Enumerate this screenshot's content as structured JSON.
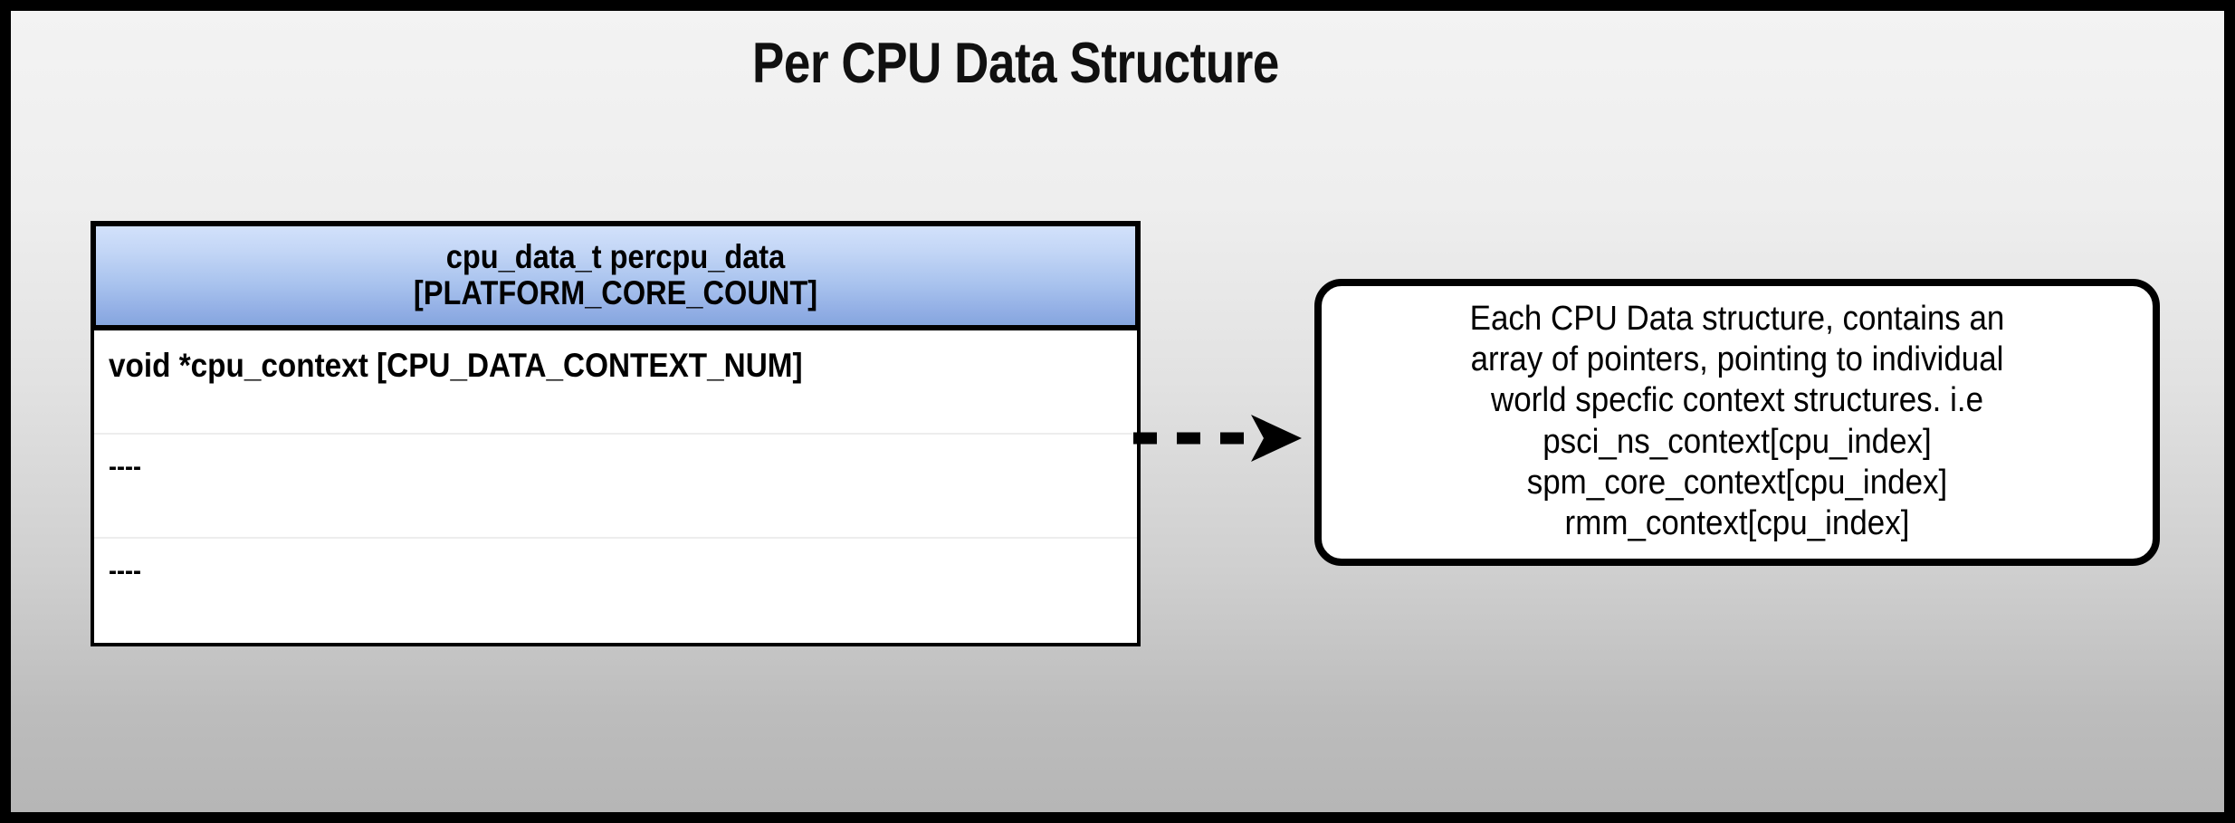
{
  "title": "Per CPU Data Structure",
  "struct": {
    "header_lines": [
      "cpu_data_t percpu_data",
      "[PLATFORM_CORE_COUNT]"
    ],
    "rows": [
      {
        "label": "void *cpu_context [CPU_DATA_CONTEXT_NUM]",
        "kind": "field"
      },
      {
        "label": "----",
        "kind": "placeholder"
      },
      {
        "label": "----",
        "kind": "placeholder"
      }
    ]
  },
  "connector": {
    "style": "dashed",
    "arrowhead": "filled-triangle",
    "direction": "right",
    "color": "#000000"
  },
  "callout": {
    "lines": [
      "Each CPU Data structure, contains an",
      "array of pointers, pointing to individual",
      "world specfic context structures. i.e",
      "psci_ns_context[cpu_index]",
      "spm_core_context[cpu_index]",
      "rmm_context[cpu_index]"
    ]
  },
  "colors": {
    "frame": "#000000",
    "canvas_top": "#f3f3f3",
    "canvas_bottom": "#b6b6b6",
    "header_gradient_top": "#d2e1fb",
    "header_gradient_bottom": "#85a6de",
    "row_background": "#ffffff",
    "row_divider": "#ededed",
    "text": "#000000"
  }
}
